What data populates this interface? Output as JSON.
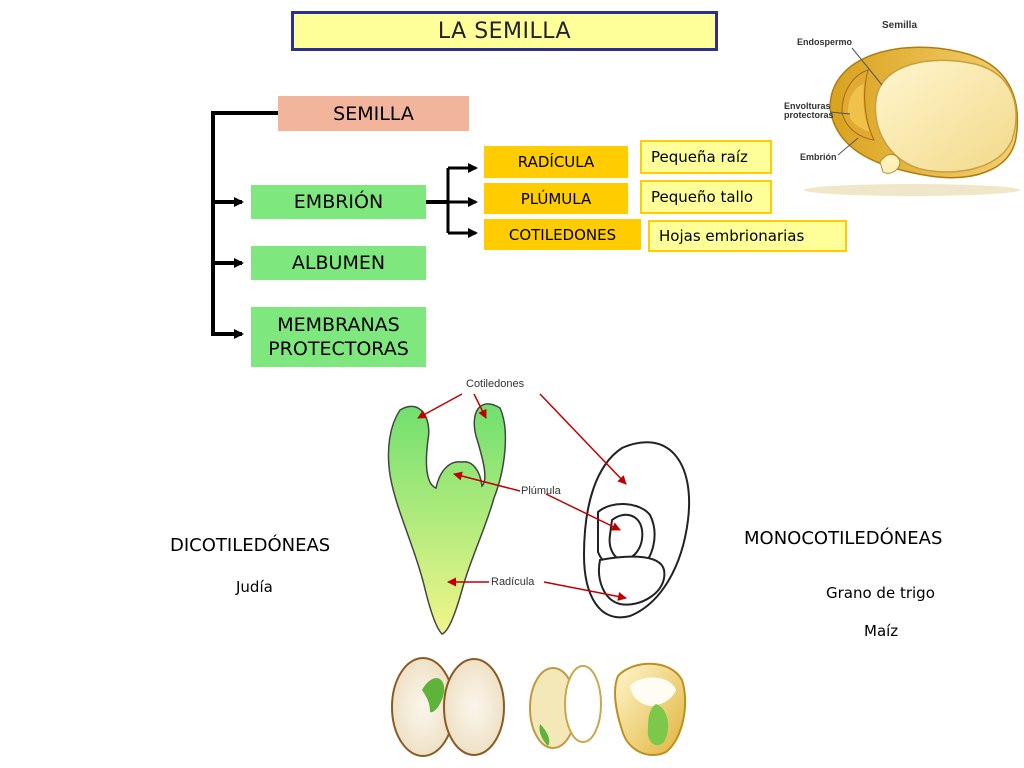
{
  "title": "LA SEMILLA",
  "tree": {
    "root": "SEMILLA",
    "parts": {
      "embrion": "EMBRIÓN",
      "albumen": "ALBUMEN",
      "membranas_line1": "MEMBRANAS",
      "membranas_line2": "PROTECTORAS"
    },
    "embrion_parts": [
      {
        "name": "RADÍCULA",
        "definition": "Pequeña raíz"
      },
      {
        "name": "PLÚMULA",
        "definition": "Pequeño tallo"
      },
      {
        "name": "COTILEDONES",
        "definition": "Hojas embrionarias"
      }
    ]
  },
  "seed_illustration": {
    "title": "Semilla",
    "labels": {
      "endospermo": "Endospermo",
      "envolturas_1": "Envolturas",
      "envolturas_2": "protectoras",
      "embrion": "Embrión"
    }
  },
  "comparison": {
    "figure_labels": {
      "cotiledones": "Cotiledones",
      "plumula": "Plúmula",
      "radicula": "Radícula"
    },
    "dicot": {
      "heading": "DICOTILEDÓNEAS",
      "examples": [
        "Judía"
      ]
    },
    "monocot": {
      "heading": "MONOCOTILEDÓNEAS",
      "examples": [
        "Grano de trigo",
        "Maíz"
      ]
    }
  },
  "colors": {
    "title_bg": "#ffff99",
    "title_border": "#2e2e8f",
    "root_bg": "#f2b49a",
    "part_bg": "#7ee87e",
    "embrion_part_bg": "#ffcc00",
    "definition_bg": "#ffff99",
    "arrow_red": "#c00000"
  }
}
